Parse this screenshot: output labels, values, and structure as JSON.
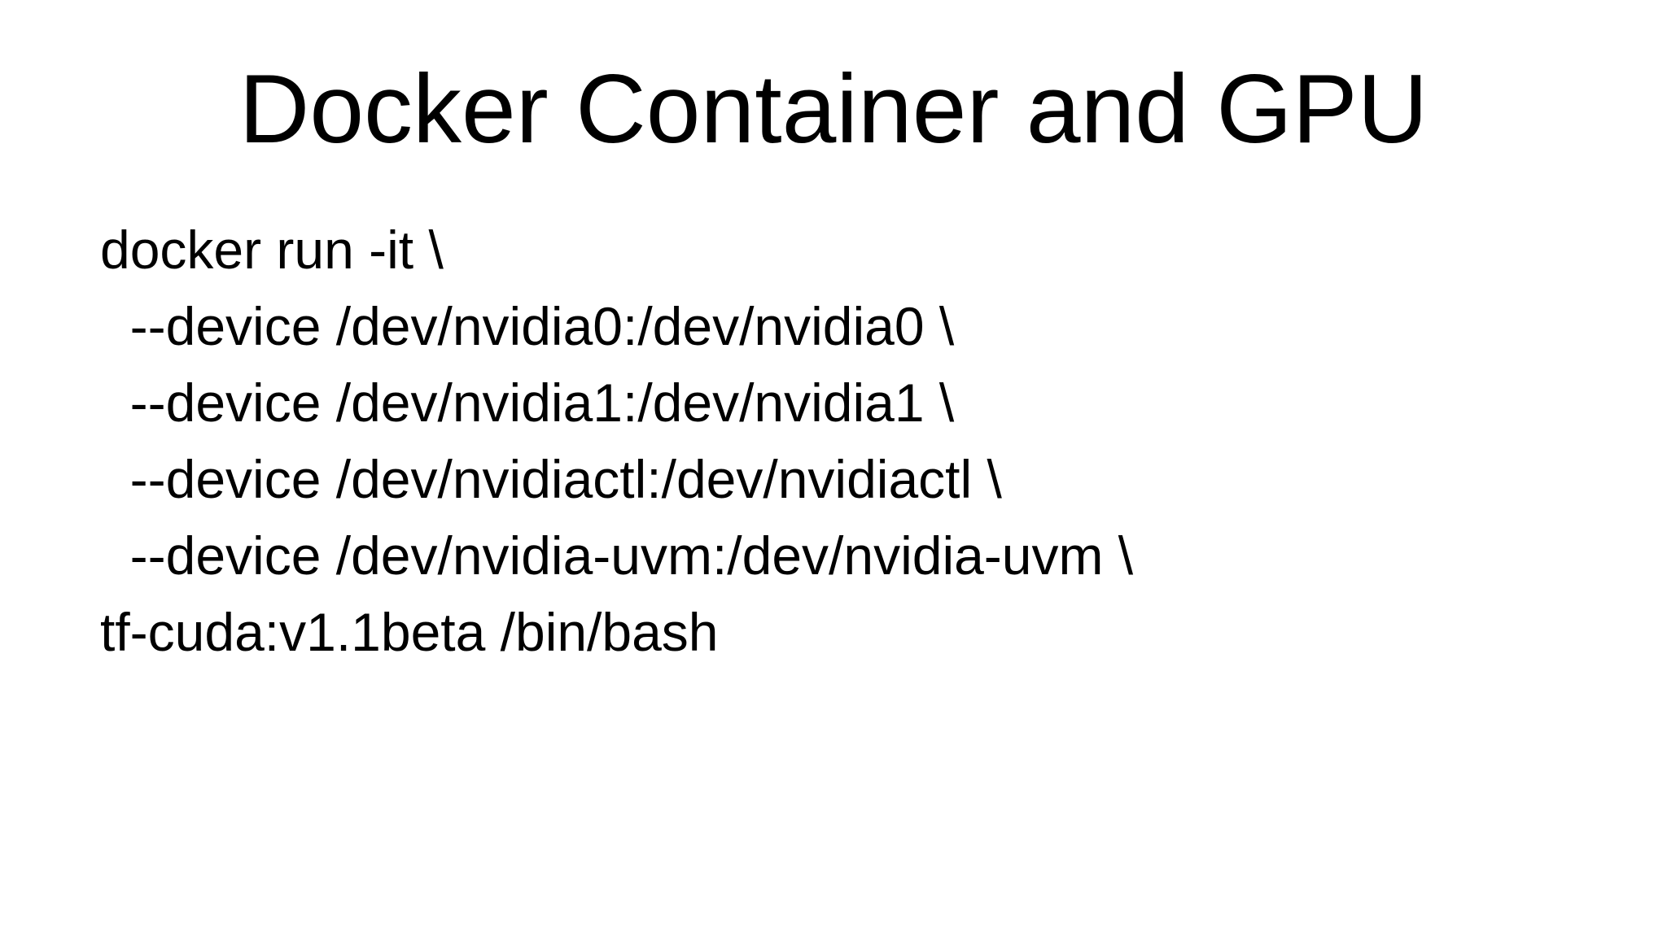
{
  "slide": {
    "title": "Docker Container and GPU",
    "code_lines": [
      "docker run -it \\",
      "  --device /dev/nvidia0:/dev/nvidia0 \\",
      "  --device /dev/nvidia1:/dev/nvidia1 \\",
      "  --device /dev/nvidiactl:/dev/nvidiactl \\",
      "  --device /dev/nvidia-uvm:/dev/nvidia-uvm \\",
      "tf-cuda:v1.1beta /bin/bash"
    ],
    "colors": {
      "background": "#ffffff",
      "text": "#000000"
    }
  }
}
